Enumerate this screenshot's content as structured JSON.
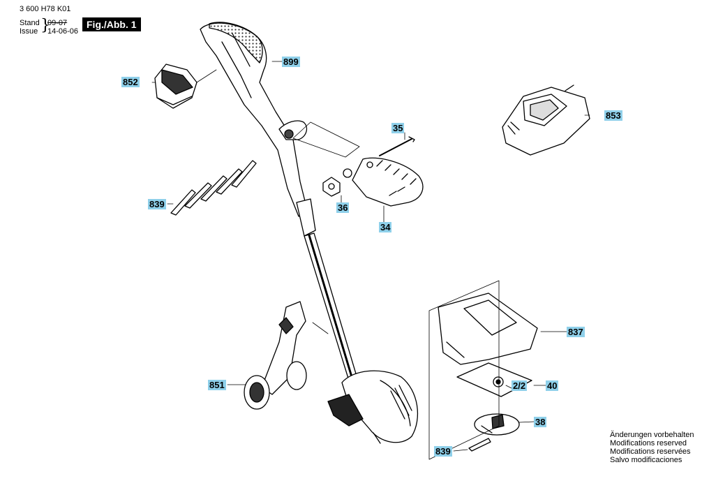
{
  "header": {
    "doc_number": "3 600 H78 K01",
    "stand_label": "Stand",
    "issue_label": "Issue",
    "old_date": "09-07",
    "new_date": "14-06-06",
    "figure": "Fig./Abb. 1"
  },
  "parts": {
    "p899": "899",
    "p852": "852",
    "p853": "853",
    "p35": "35",
    "p36": "36",
    "p34": "34",
    "p839a": "839",
    "p837": "837",
    "p40": "40",
    "p22": "2/2",
    "p38": "38",
    "p851": "851",
    "p839b": "839"
  },
  "footer_notes": [
    "Änderungen vorbehalten",
    "Modifications reserved",
    "Modifications reservées",
    "Salvo modificaciones"
  ]
}
